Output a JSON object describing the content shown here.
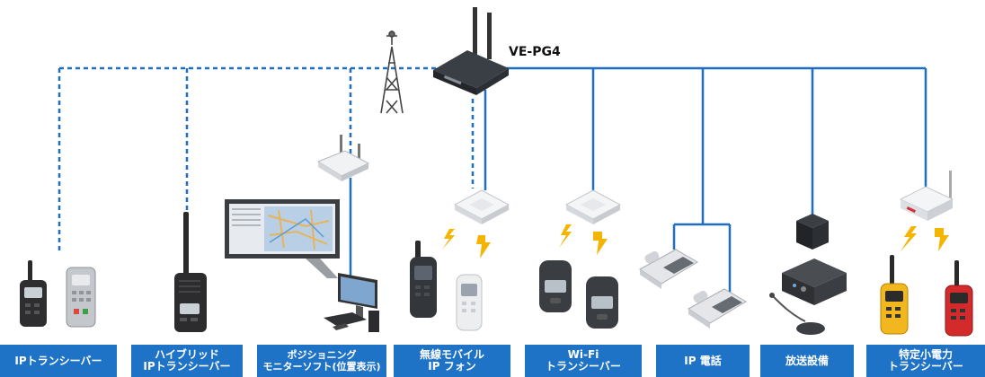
{
  "router": {
    "name": "VE-PG4"
  },
  "categories": [
    {
      "lines": [
        "IPトランシーバー"
      ]
    },
    {
      "lines": [
        "ハイブリッド",
        "IPトランシーバー"
      ]
    },
    {
      "lines": [
        "ポジショニング",
        "モニターソフト(位置表示)"
      ]
    },
    {
      "lines": [
        "無線モバイル",
        "IP フォン"
      ]
    },
    {
      "lines": [
        "Wi-Fi",
        "トランシーバー"
      ]
    },
    {
      "lines": [
        "IP 電話"
      ]
    },
    {
      "lines": [
        "放送設備"
      ]
    },
    {
      "lines": [
        "特定小電力",
        "トランシーバー"
      ]
    }
  ],
  "colors": {
    "line": "#1f6fc0",
    "label_bg": "#1f73c6",
    "bolt": "#f5b400"
  }
}
